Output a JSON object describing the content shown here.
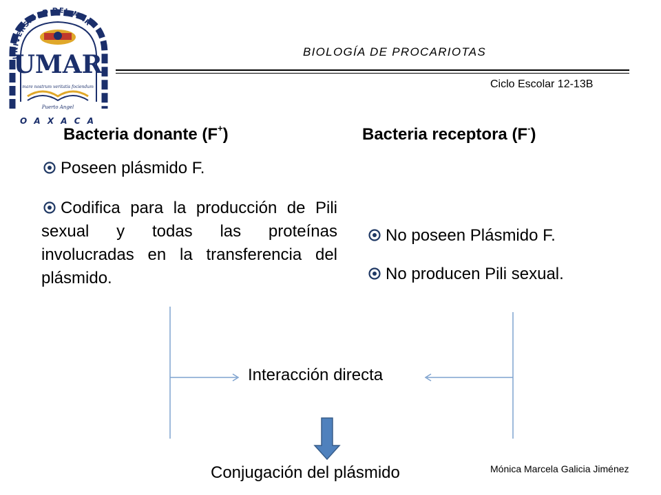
{
  "logo": {
    "arc_text": "UNIVERSIDAD DEL MAR",
    "monogram": "UMAR",
    "motto": "mare nostrum veritatis fociendum",
    "campus": "Puerto Angel",
    "state": "O A X A C A"
  },
  "header": {
    "title": "BIOLOGÍA DE PROCARIOTAS",
    "cycle": "Ciclo Escolar 12-13B"
  },
  "donor": {
    "heading": "Bacteria donante (F",
    "heading_sup": "+",
    "heading_close": ")",
    "bullets": [
      "Poseen plásmido F.",
      "Codifica para la producción de Pili sexual y todas las proteínas involucradas en la transferencia del plásmido."
    ]
  },
  "recipient": {
    "heading": "Bacteria receptora (F",
    "heading_sup": "-",
    "heading_close": ")",
    "bullets": [
      "No poseen Plásmido F.",
      "No producen Pili sexual."
    ]
  },
  "diagram": {
    "interaction": "Interacción directa",
    "result": "Conjugación del plásmido",
    "line_color": "#7fa3cf",
    "down_arrow_color": "#4f81bd"
  },
  "author": "Mónica Marcela Galicia Jiménez",
  "colors": {
    "logo_blue": "#1b2f6b",
    "logo_red": "#c0392b",
    "logo_gold": "#e0a82a",
    "bullet_blue": "#1f3864"
  }
}
